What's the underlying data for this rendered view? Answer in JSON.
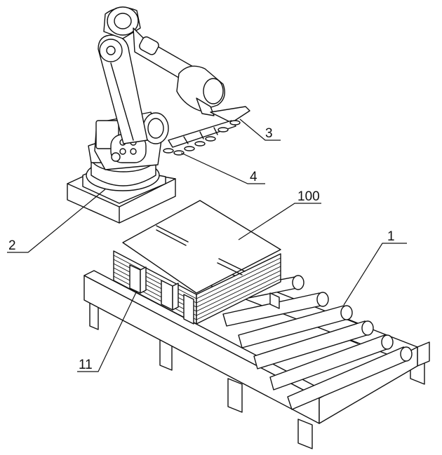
{
  "figure": {
    "labels": {
      "conveyor": "1",
      "robot_base": "2",
      "end_effector": "3",
      "suction_cups": "4",
      "stack": "100",
      "stop_blocks": "11"
    }
  }
}
